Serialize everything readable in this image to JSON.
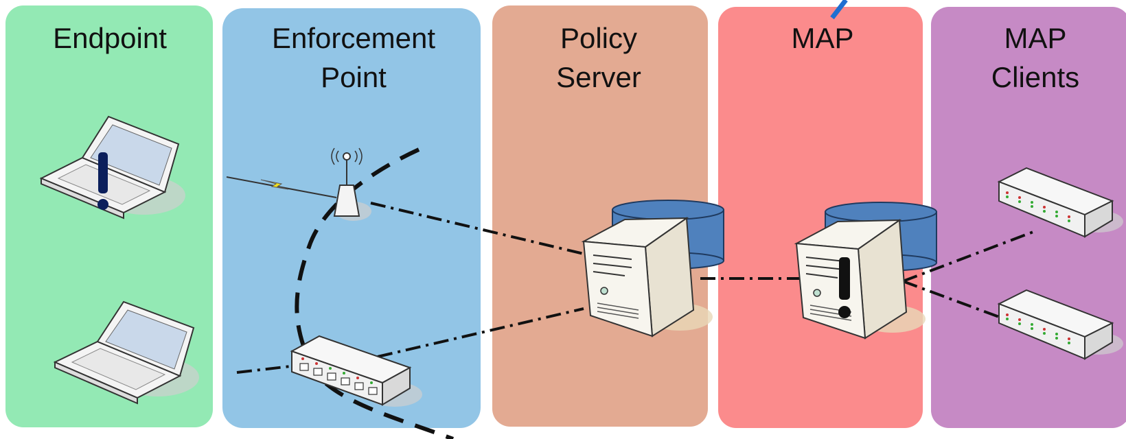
{
  "columns": [
    {
      "title_lines": [
        "Endpoint"
      ],
      "color": "#93e9b4"
    },
    {
      "title_lines": [
        "Enforcement",
        "Point"
      ],
      "color": "#92c5e6"
    },
    {
      "title_lines": [
        "Policy",
        "Server"
      ],
      "color": "#e3aa92"
    },
    {
      "title_lines": [
        "MAP"
      ],
      "color": "#fb8b8c"
    },
    {
      "title_lines": [
        "MAP",
        "Clients"
      ],
      "color": "#c68ac5"
    }
  ],
  "colors": {
    "database": "#4f81bd",
    "database_stroke": "#1f3a5f",
    "device_body": "#f7f5ee",
    "alert_mark": "#0b1f5c",
    "link_line": "#111111",
    "wireless_bolt": "#f0e020"
  },
  "icons": {
    "endpoint_1": "laptop-alert-icon",
    "endpoint_2": "laptop-icon",
    "access_point": "wireless-access-point-icon",
    "switch": "network-switch-icon",
    "policy_server": "server-with-database-icon",
    "map_server": "server-alert-with-database-icon",
    "client_1": "network-appliance-icon",
    "client_2": "network-appliance-icon"
  }
}
